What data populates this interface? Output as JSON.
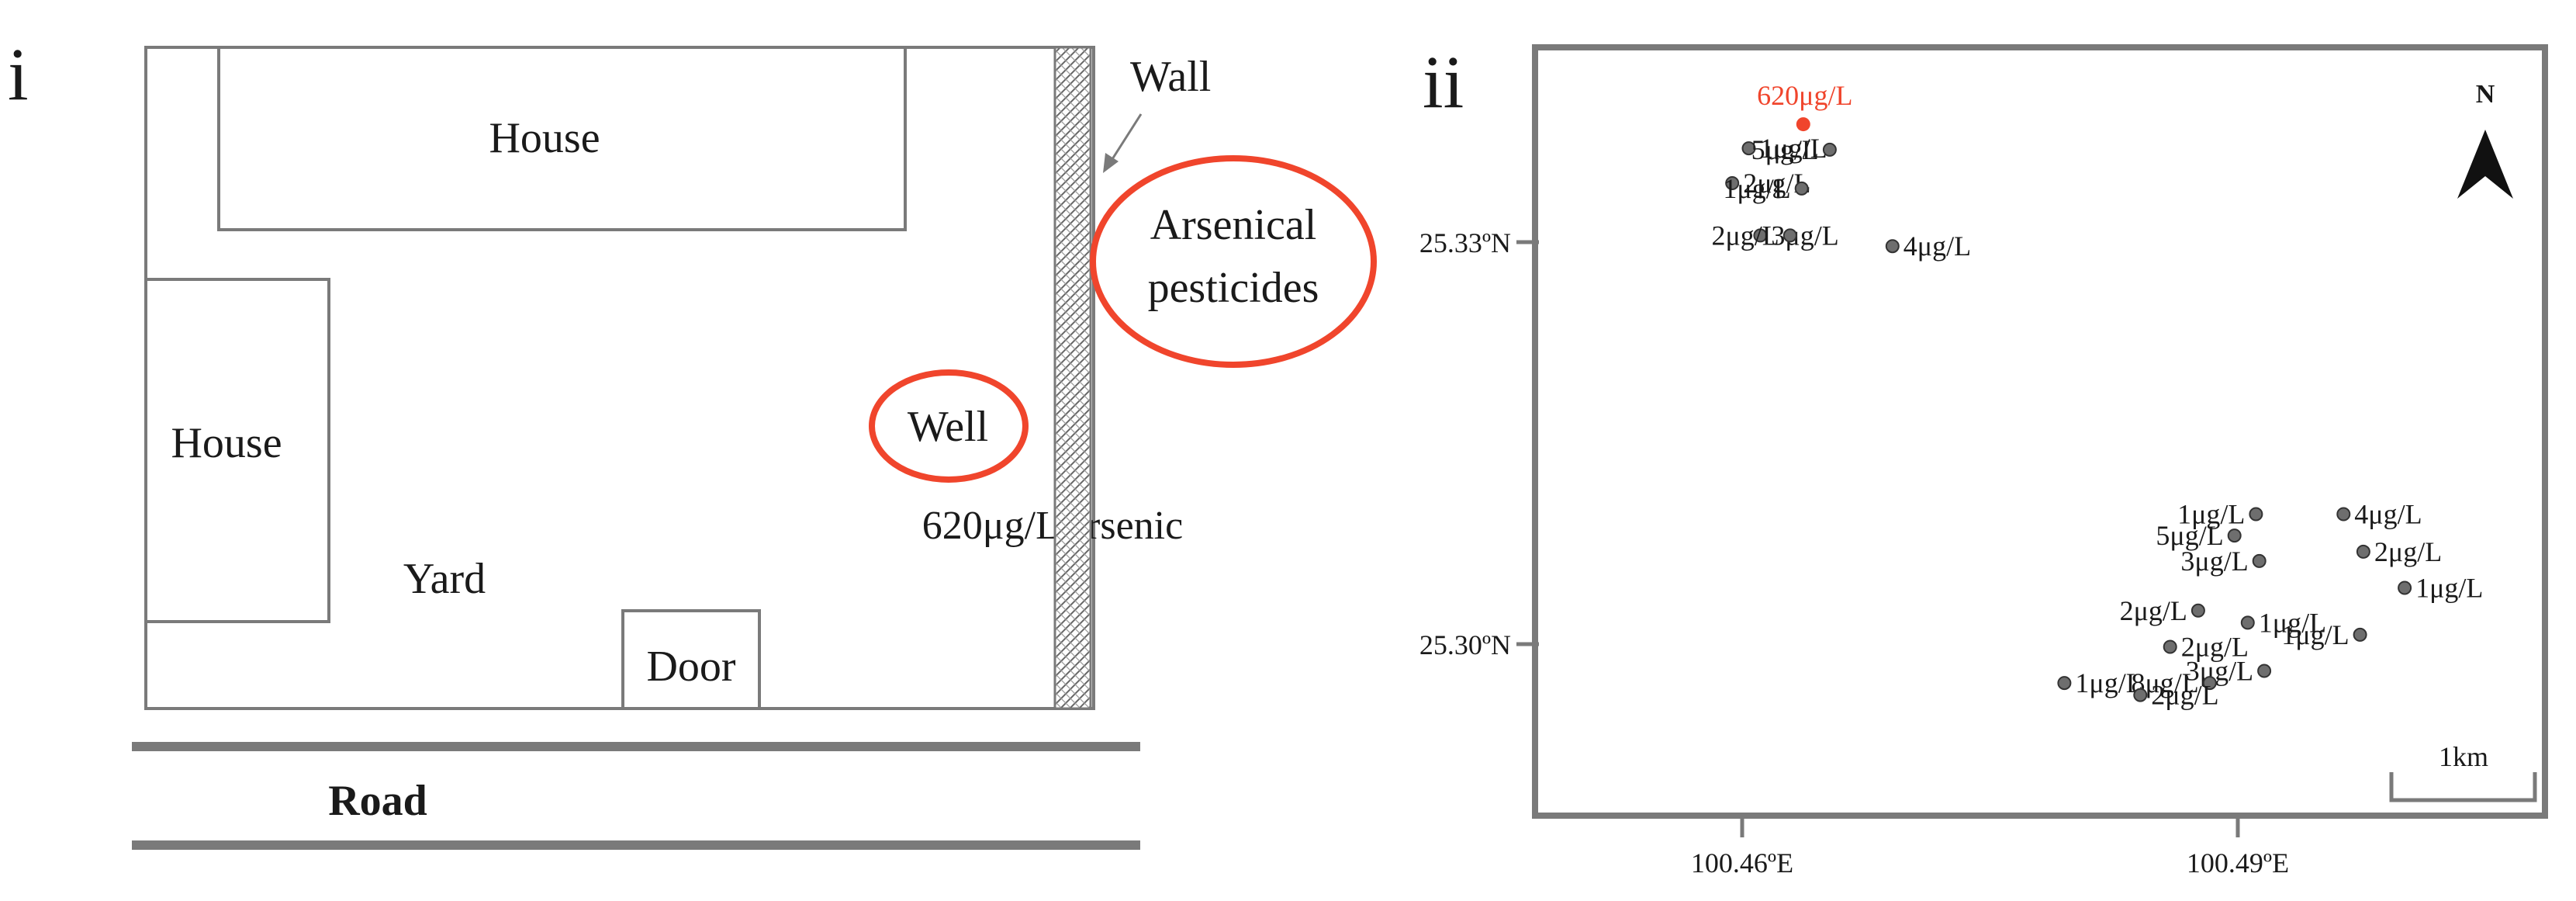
{
  "panel_i": {
    "label": "i",
    "house_top": "House",
    "house_left": "House",
    "yard": "Yard",
    "door": "Door",
    "well": "Well",
    "well_note": "620μg/L arsenic",
    "wall": "Wall",
    "pesticides_line1": "Arsenical",
    "pesticides_line2": "pesticides",
    "road": "Road"
  },
  "panel_ii": {
    "label": "ii",
    "north": "N",
    "scale_bar": "1km",
    "y_ticks": [
      {
        "label": "25.33ºN",
        "value": 25.33
      },
      {
        "label": "25.30ºN",
        "value": 25.3
      }
    ],
    "x_ticks": [
      {
        "label": "100.46ºE",
        "value": 100.46
      },
      {
        "label": "100.49ºE",
        "value": 100.49
      }
    ],
    "highlight_color": "#f0452c",
    "wells": [
      {
        "label": "620μg/L",
        "lon": 100.4637,
        "lat": 25.3388,
        "highlight": true
      },
      {
        "label": "1μg/L",
        "lon": 100.4604,
        "lat": 25.337,
        "highlight": false
      },
      {
        "label": "5μg/L",
        "lon": 100.4653,
        "lat": 25.3369,
        "highlight": false
      },
      {
        "label": "2μg/L",
        "lon": 100.4594,
        "lat": 25.3344,
        "highlight": false
      },
      {
        "label": "1μg/L",
        "lon": 100.4636,
        "lat": 25.334,
        "highlight": false
      },
      {
        "label": "3μg/L",
        "lon": 100.4611,
        "lat": 25.3305,
        "highlight": false
      },
      {
        "label": "2μg/L",
        "lon": 100.4629,
        "lat": 25.3305,
        "highlight": false
      },
      {
        "label": "4μg/L",
        "lon": 100.4691,
        "lat": 25.3297,
        "highlight": false
      },
      {
        "label": "1μg/L",
        "lon": 100.4911,
        "lat": 25.3097,
        "highlight": false
      },
      {
        "label": "4μg/L",
        "lon": 100.4964,
        "lat": 25.3097,
        "highlight": false
      },
      {
        "label": "5μg/L",
        "lon": 100.4898,
        "lat": 25.3081,
        "highlight": false
      },
      {
        "label": "2μg/L",
        "lon": 100.4976,
        "lat": 25.3069,
        "highlight": false
      },
      {
        "label": "3μg/L",
        "lon": 100.4913,
        "lat": 25.3062,
        "highlight": false
      },
      {
        "label": "1μg/L",
        "lon": 100.5001,
        "lat": 25.3042,
        "highlight": false
      },
      {
        "label": "2μg/L",
        "lon": 100.4876,
        "lat": 25.3025,
        "highlight": false
      },
      {
        "label": "1μg/L",
        "lon": 100.4906,
        "lat": 25.3016,
        "highlight": false
      },
      {
        "label": "1μg/L",
        "lon": 100.4974,
        "lat": 25.3007,
        "highlight": false
      },
      {
        "label": "2μg/L",
        "lon": 100.4859,
        "lat": 25.2998,
        "highlight": false
      },
      {
        "label": "3μg/L",
        "lon": 100.4916,
        "lat": 25.298,
        "highlight": false
      },
      {
        "label": "1μg/L",
        "lon": 100.4795,
        "lat": 25.2971,
        "highlight": false
      },
      {
        "label": "8μg/L",
        "lon": 100.4883,
        "lat": 25.2971,
        "highlight": false
      },
      {
        "label": "2μg/L",
        "lon": 100.4841,
        "lat": 25.2962,
        "highlight": false
      }
    ]
  }
}
